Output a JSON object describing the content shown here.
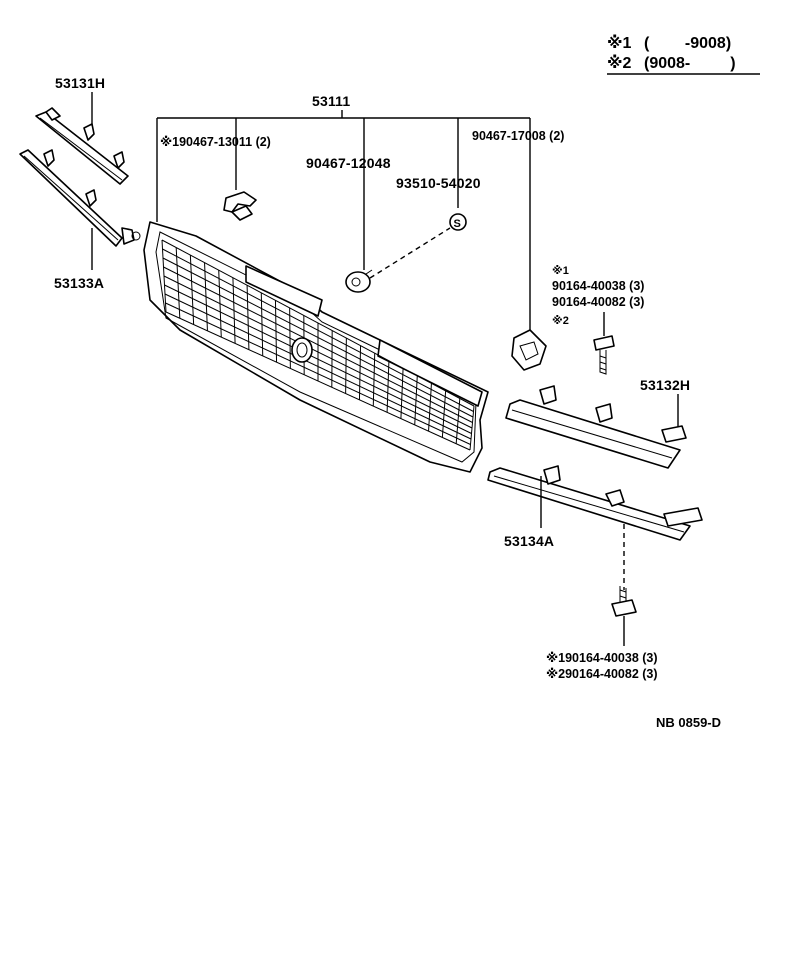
{
  "legend": {
    "row1_mark": "※1",
    "row1_range": "(        -9008)",
    "row2_mark": "※2",
    "row2_range": "(9008-         )"
  },
  "parts": {
    "grille": "53111",
    "upper_left_molding": "53131H",
    "lower_left_molding": "53133A",
    "upper_right_molding": "53132H",
    "lower_right_molding": "53134A",
    "clip_left": "※190467-13011 (2)",
    "clip_mid": "90467-12048",
    "plug": "93510-54020",
    "clip_right": "90467-17008 (2)",
    "screw_upper_note1": "※1",
    "screw_upper_1": "90164-40038 (3)",
    "screw_upper_2": "90164-40082 (3)",
    "screw_upper_note2": "※2",
    "screw_lower_1": "※190164-40038 (3)",
    "screw_lower_2": "※290164-40082 (3)"
  },
  "diagram_code": "NB 0859-D"
}
